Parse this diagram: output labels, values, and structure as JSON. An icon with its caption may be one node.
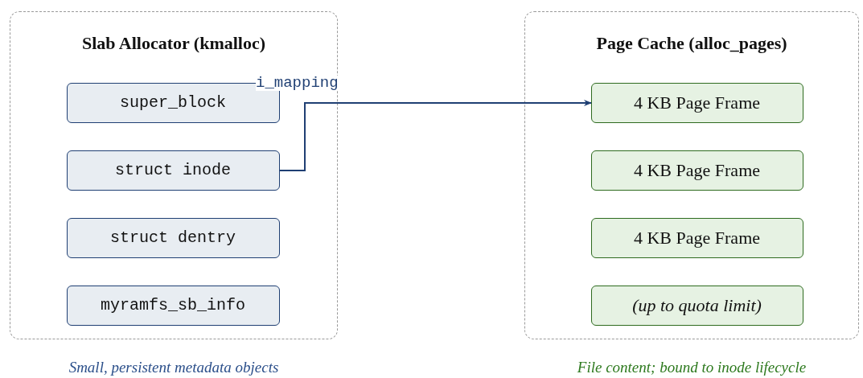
{
  "diagram": {
    "nodes": [
      {
        "text": [
          "Slab Allocator (kmalloc)"
        ],
        "beside": [
          "Small, persistent metadata objects"
        ]
      },
      {
        "text": [
          "super_block"
        ],
        "in": 0
      },
      {
        "text": [
          "struct inode"
        ],
        "in": 0
      },
      {
        "text": [
          "struct dentry"
        ],
        "in": 0
      },
      {
        "text": [
          "myramfs_sb_info"
        ],
        "in": 0
      },
      {
        "text": [
          "Page Cache (alloc_pages)"
        ],
        "beside": [
          "File content; bound to inode lifecycle"
        ]
      },
      {
        "text": [
          "4 KB Page Frame"
        ],
        "in": 5
      },
      {
        "text": [
          "4 KB Page Frame"
        ],
        "in": 5
      },
      {
        "text": [
          "4 KB Page Frame"
        ],
        "in": 5
      },
      {
        "text": [
          "(up to quota limit)"
        ],
        "in": 5
      }
    ],
    "edges": [
      {
        "from": 2,
        "to": 6,
        "arrow": "to",
        "label": "i_mapping"
      }
    ]
  }
}
